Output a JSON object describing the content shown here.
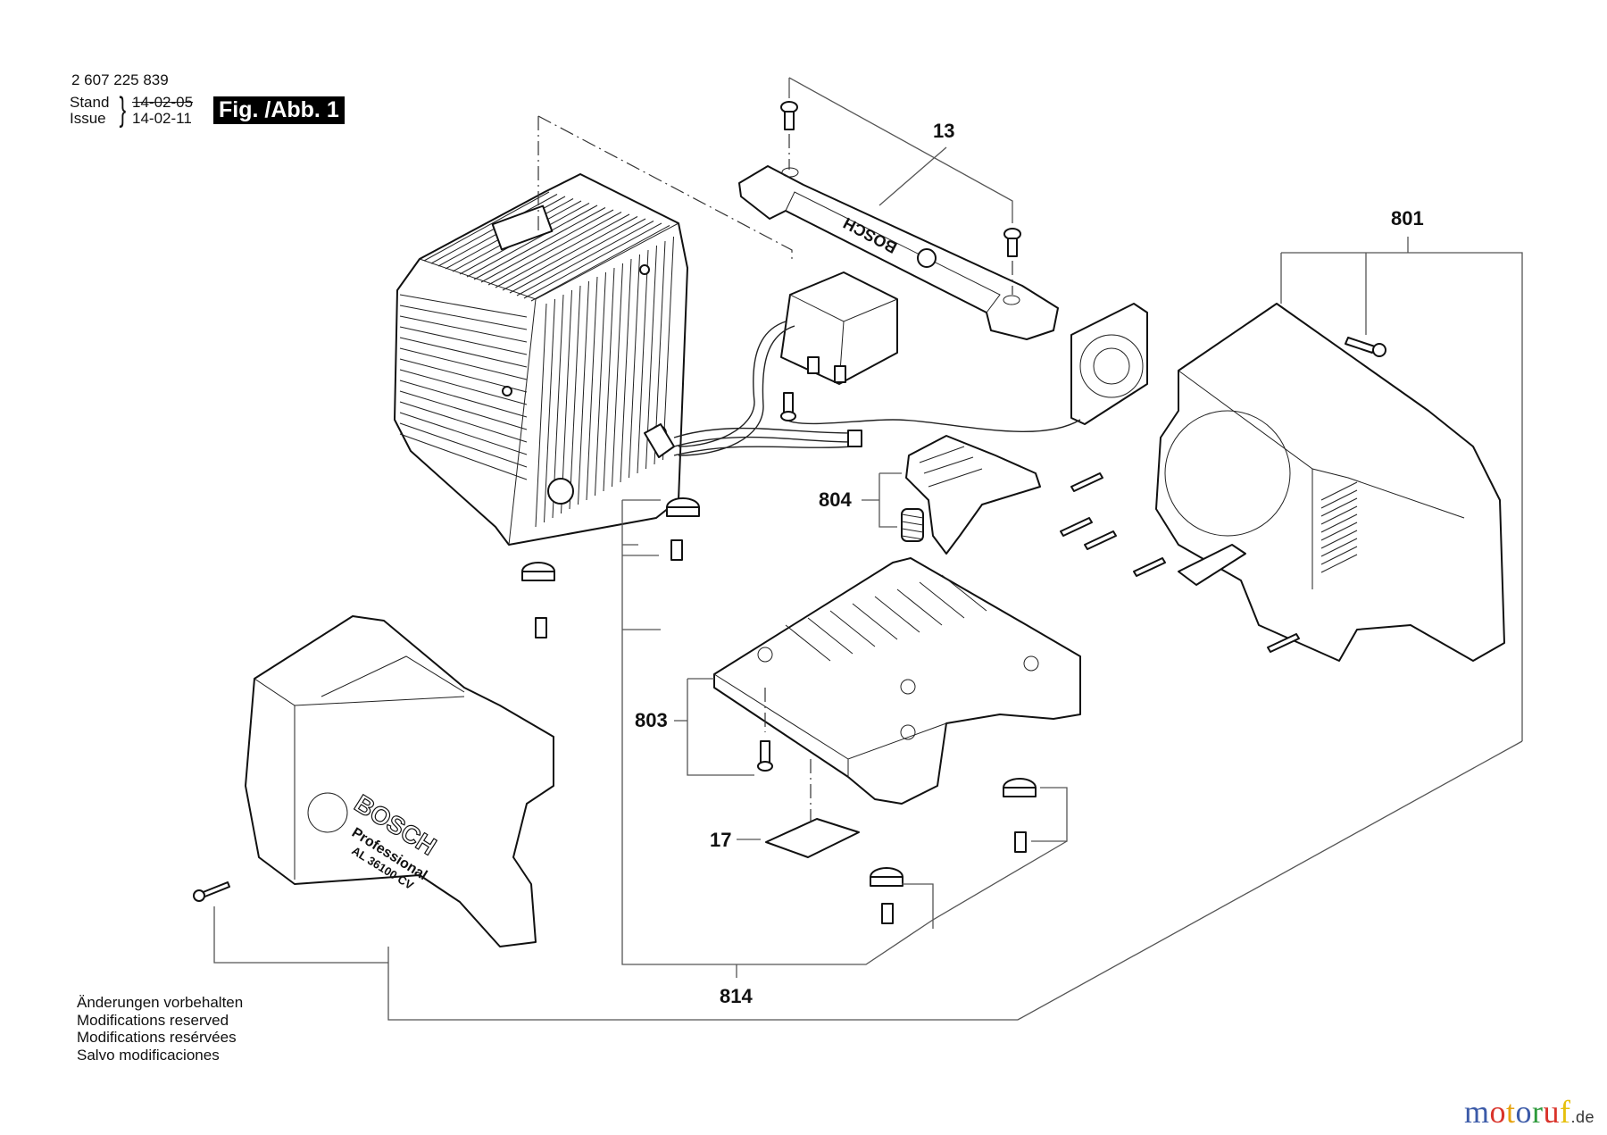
{
  "header": {
    "part_number": "2 607 225 839",
    "stand_label": "Stand",
    "issue_label": "Issue",
    "stand_date_struck": "14-02-05",
    "issue_date": "14-02-11",
    "figure_label": "Fig. /Abb. 1"
  },
  "callouts": {
    "c13": "13",
    "c801": "801",
    "c804": "804",
    "c803": "803",
    "c17": "17",
    "c814": "814"
  },
  "housing_text": {
    "brand": "BOSCH",
    "line": "Professional",
    "model": "AL 36100 CV"
  },
  "handle_text": "BOSCH",
  "footer": {
    "lines": [
      "Änderungen vorbehalten",
      "Modifications reserved",
      "Modifications resérvées",
      "Salvo modificaciones"
    ]
  },
  "watermark": {
    "letters": [
      "m",
      "o",
      "t",
      "o",
      "r",
      "u",
      "f"
    ],
    "colors": [
      "#3b5aa8",
      "#d9342b",
      "#e6a20e",
      "#3b5aa8",
      "#2e9a3c",
      "#d9342b",
      "#e6c00e"
    ],
    "tld": ".de"
  }
}
